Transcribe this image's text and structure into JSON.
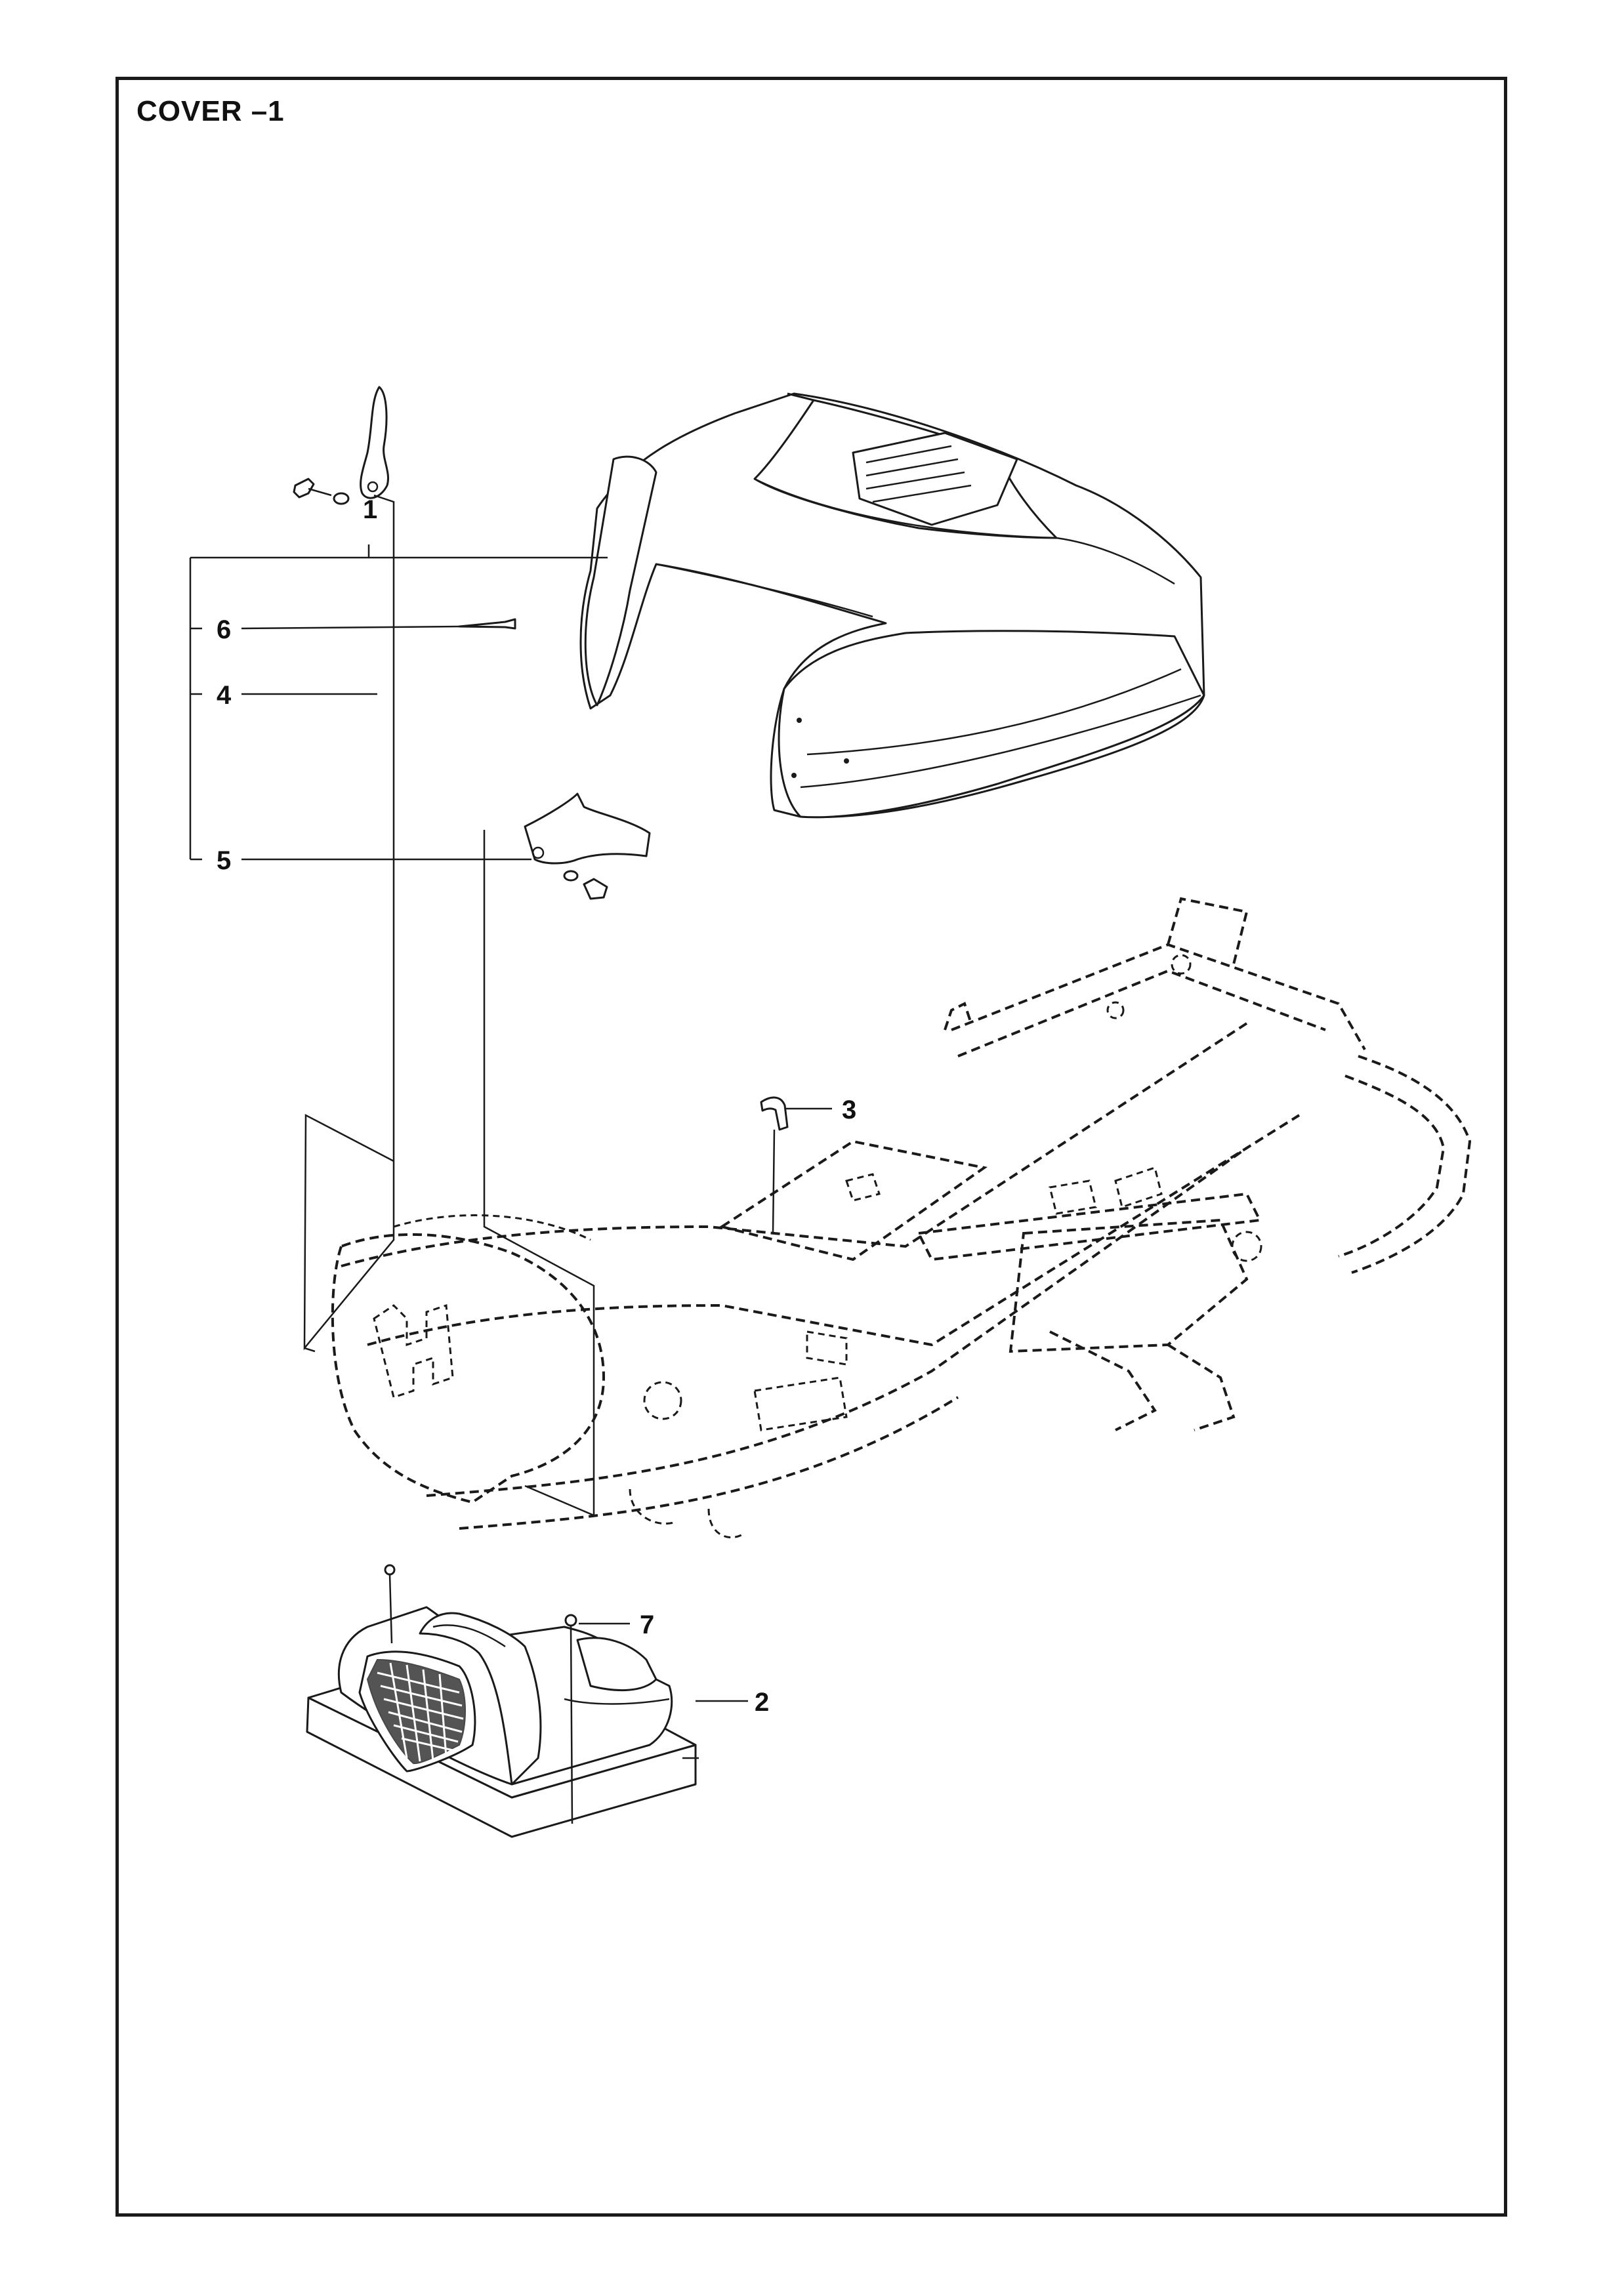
{
  "title": "COVER –1",
  "callouts": {
    "c1": "1",
    "c2": "2",
    "c3": "3",
    "c4": "4",
    "c5": "5",
    "c6": "6",
    "c7": "7"
  }
}
